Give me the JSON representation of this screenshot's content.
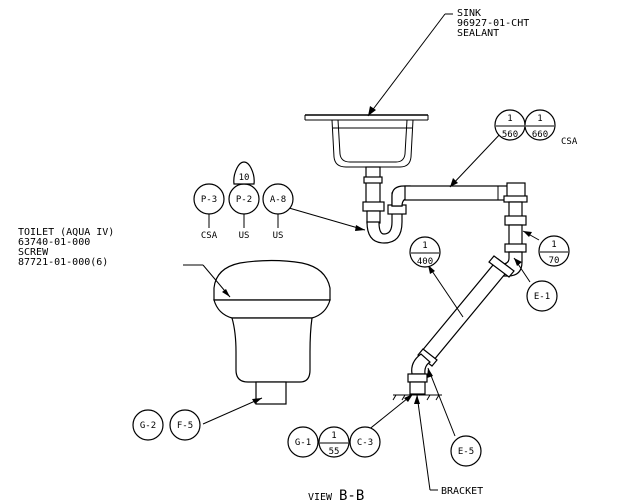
{
  "callouts": {
    "sink": {
      "line1": "SINK",
      "line2": "96927-01-CHT",
      "line3": "SEALANT"
    },
    "toilet": {
      "line1": "TOILET (AQUA IV)",
      "line2": "63740-01-000",
      "line3": "SCREW",
      "line4": "87721-01-000(6)"
    },
    "bracket": {
      "line1": "BRACKET",
      "line2": ""
    }
  },
  "balloons": {
    "b560": {
      "top": "1",
      "bottom": "560"
    },
    "b660": {
      "top": "1",
      "bottom": "660"
    },
    "csa_right": "CSA",
    "b70": {
      "top": "1",
      "bottom": "70"
    },
    "b400": {
      "top": "1",
      "bottom": "400"
    },
    "e1": "E-1",
    "e5": "E-5",
    "p3": "P-3",
    "p2": "P-2",
    "a8": "A-8",
    "tri10": "10",
    "csa_left": "CSA",
    "us1": "US",
    "us2": "US",
    "g2": "G-2",
    "f5": "F-5",
    "g1": "G-1",
    "b55": {
      "top": "1",
      "bottom": "55"
    },
    "c3": "C-3"
  },
  "view": {
    "word": "VIEW",
    "id": "B-B"
  }
}
